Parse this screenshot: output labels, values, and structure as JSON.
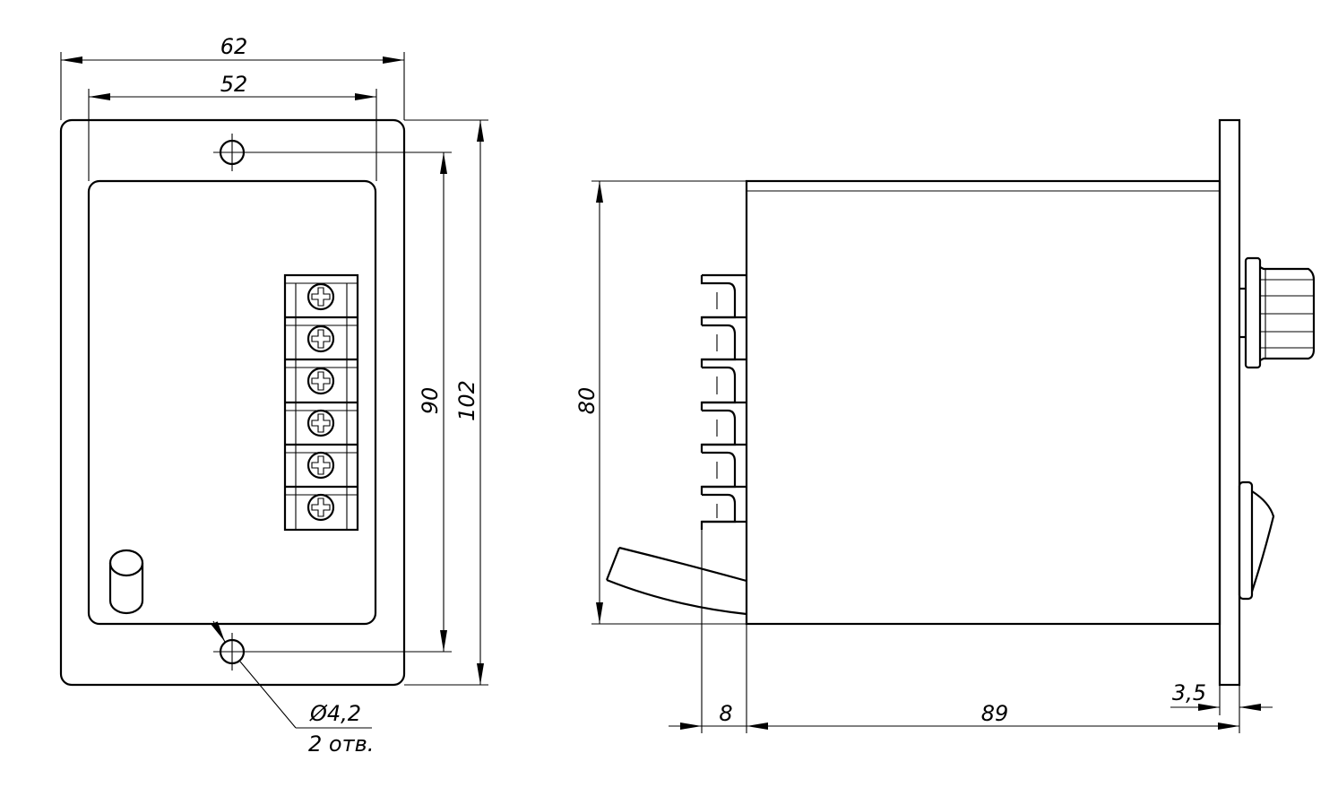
{
  "colors": {
    "line": "#000000",
    "background": "#ffffff"
  },
  "front_view": {
    "dim_width_outer": "62",
    "dim_width_inner": "52",
    "dim_height_holes": "90",
    "dim_height_outer": "102",
    "hole_diameter": "Ø4,2",
    "hole_count": "2 отв."
  },
  "side_view": {
    "dim_body_height": "80",
    "dim_terminal_depth": "8",
    "dim_body_length": "89",
    "dim_flange_thickness": "3,5"
  }
}
